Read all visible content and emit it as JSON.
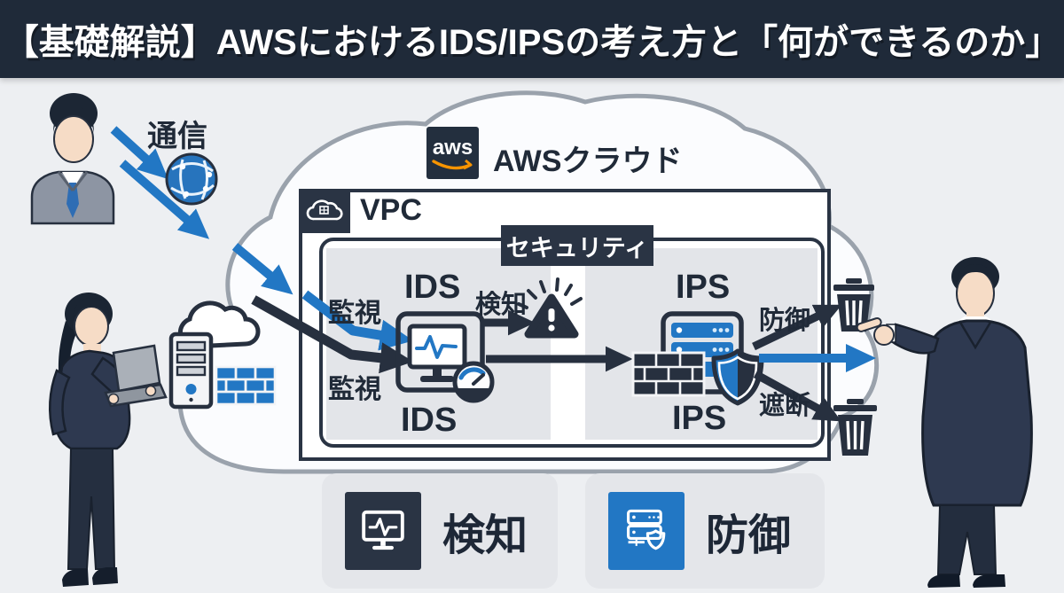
{
  "title": "【基礎解説】AWSにおけるIDS/IPSの考え方と「何ができるのか」",
  "aws": {
    "logo_text": "aws",
    "cloud_label": "AWSクラウド"
  },
  "vpc": {
    "label": "VPC"
  },
  "security": {
    "label": "セキュリティ"
  },
  "flow": {
    "traffic_label": "通信",
    "monitor_label_top": "監視",
    "monitor_label_bottom": "監視",
    "ids_label_top": "IDS",
    "ids_label_bottom": "IDS",
    "detect_label": "検知",
    "ips_label_top": "IPS",
    "ips_label_bottom": "IPS",
    "defend_label": "防御",
    "block_label": "遮断"
  },
  "legend": {
    "detect": {
      "label": "検知",
      "icon_color": "#2a3444"
    },
    "defend": {
      "label": "防御",
      "icon_color": "#2277c4"
    }
  },
  "colors": {
    "title_bar": "#1f2a39",
    "navy": "#2a3444",
    "accent_blue": "#2277c4",
    "aws_orange": "#f79400",
    "panel_gray": "#e3e5e9",
    "background": "#edeff2"
  }
}
